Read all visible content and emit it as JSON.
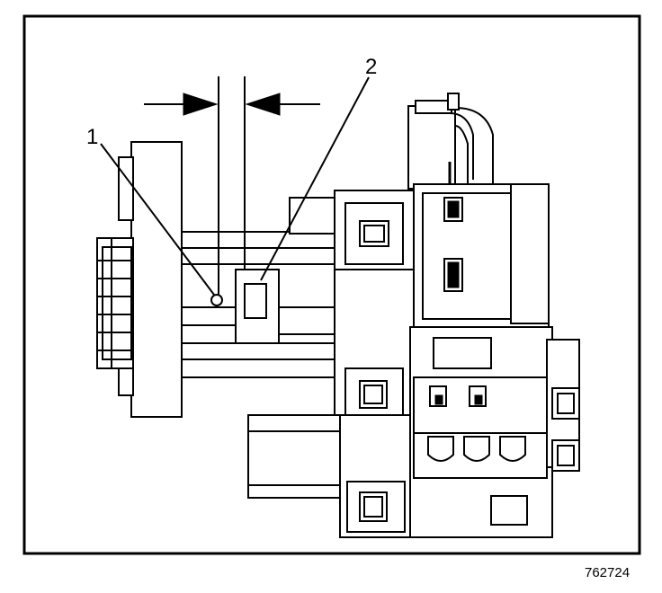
{
  "diagram": {
    "callouts": [
      {
        "label": "1"
      },
      {
        "label": "2"
      }
    ],
    "figure_number": "762724"
  },
  "colors": {
    "ink": "#000000",
    "paper": "#ffffff"
  }
}
